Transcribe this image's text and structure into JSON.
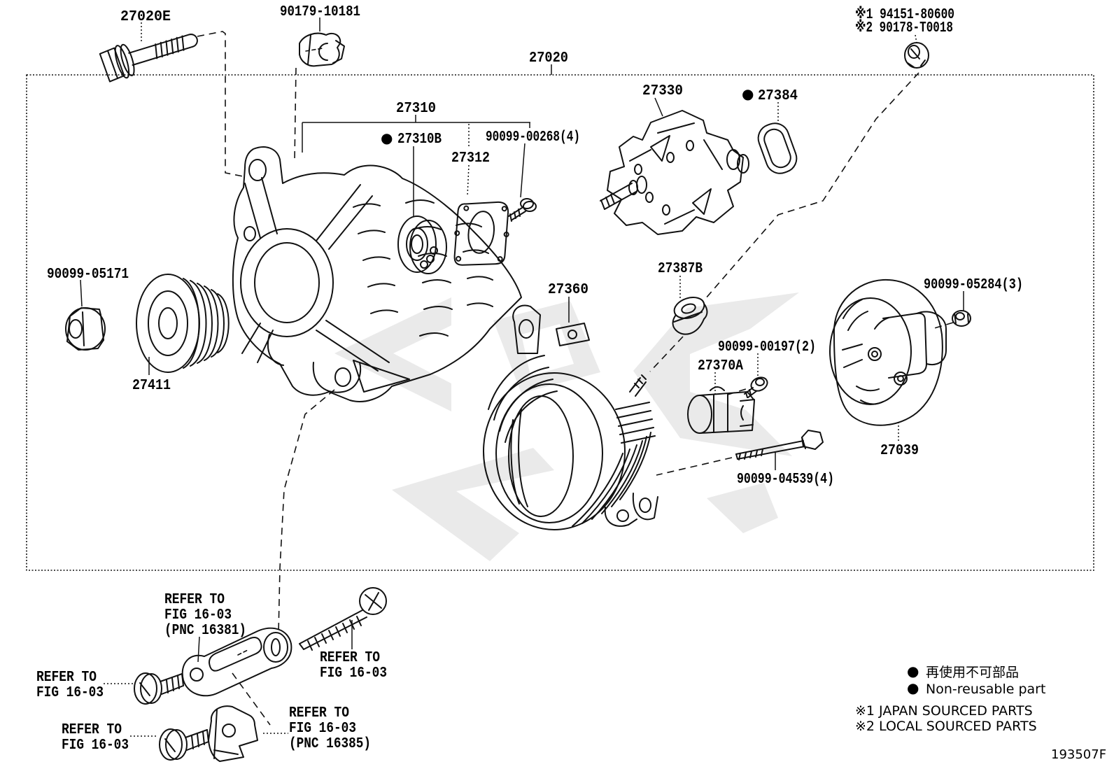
{
  "figure": {
    "code": "193507F",
    "background_color": "#ffffff",
    "line_color": "#111111",
    "watermark_color": "#d8d8d8"
  },
  "labels": {
    "bolt_27020E": "27020E",
    "clamp_90179": "90179-10181",
    "assembly_27020": "27020",
    "nut_94151": "※1 94151-80600",
    "nut_90178": "※2 90178-T0018",
    "rotor_27330": "27330",
    "seal_27384": "27384",
    "bearing_group_27310": "27310",
    "bearing_27310B": "27310B",
    "screw_90099_00268": "90099-00268(4)",
    "retainer_27312": "27312",
    "nut_90099_05171": "90099-05171",
    "pulley_27411": "27411",
    "stator_27360": "27360",
    "grommet_27387B": "27387B",
    "screw_90099_00197": "90099-00197(2)",
    "regulator_27370A": "27370A",
    "bolt_90099_04539": "90099-04539(4)",
    "nut_90099_05284": "90099-05284(3)",
    "cover_27039": "27039"
  },
  "refer_notes": {
    "line1": "REFER TO",
    "line2": "FIG 16-03",
    "pnc_16381": "(PNC 16381)",
    "pnc_16385": "(PNC 16385)"
  },
  "legend": {
    "bullet": "●",
    "non_reusable_jp": "再使用不可部品",
    "non_reusable_en": "Non-reusable part",
    "source_note_1": "※1  JAPAN SOURCED PARTS",
    "source_note_2": "※2  LOCAL SOURCED PARTS"
  }
}
